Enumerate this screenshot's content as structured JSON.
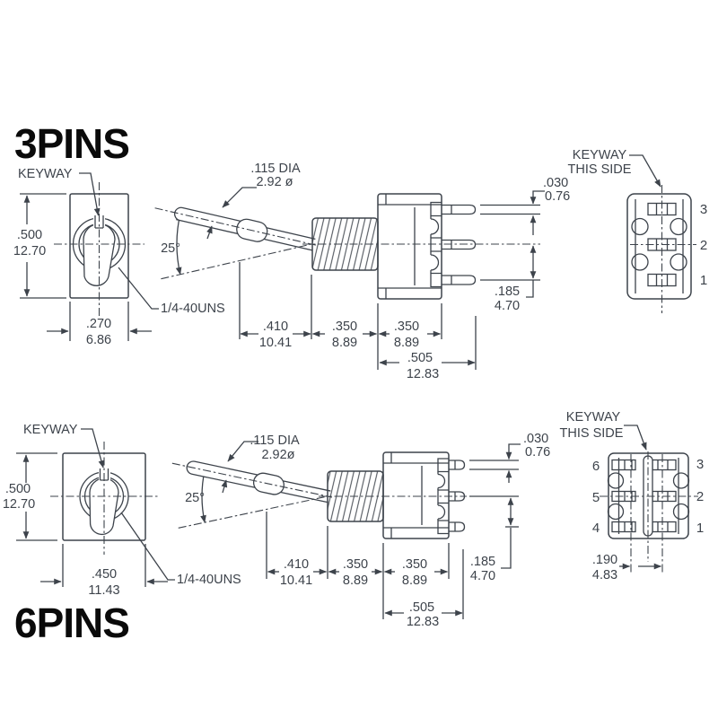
{
  "colors": {
    "line": "#3d434b",
    "title": "#0a0a0a",
    "background": "#ffffff"
  },
  "top": {
    "title": "3PINS",
    "front": {
      "keyway": "KEYWAY",
      "thread": "1/4-40UNS",
      "h_in": ".500",
      "h_mm": "12.70",
      "w_in": ".270",
      "w_mm": "6.86"
    },
    "side": {
      "angle": "25°",
      "dia1": ".115 DIA",
      "dia2": "2.92 ø",
      "d1_in": ".410",
      "d1_mm": "10.41",
      "d2_in": ".350",
      "d2_mm": "8.89",
      "d3_in": ".350",
      "d3_mm": "8.89",
      "d4_in": ".505",
      "d4_mm": "12.83",
      "thk_in": ".030",
      "thk_mm": "0.76",
      "sp_in": ".185",
      "sp_mm": "4.70"
    },
    "rear": {
      "note1": "KEYWAY",
      "note2": "THIS SIDE",
      "pin1": "3",
      "pin2": "2",
      "pin3": "1"
    }
  },
  "bottom": {
    "title": "6PINS",
    "front": {
      "keyway": "KEYWAY",
      "thread": "1/4-40UNS",
      "h_in": ".500",
      "h_mm": "12.70",
      "w_in": ".450",
      "w_mm": "11.43"
    },
    "side": {
      "angle": "25°",
      "dia1": ".115 DIA",
      "dia2": "2.92ø",
      "d1_in": ".410",
      "d1_mm": "10.41",
      "d2_in": ".350",
      "d2_mm": "8.89",
      "d3_in": ".350",
      "d3_mm": "8.89",
      "d4_in": ".505",
      "d4_mm": "12.83",
      "thk_in": ".030",
      "thk_mm": "0.76",
      "sp_in": ".185",
      "sp_mm": "4.70"
    },
    "rear": {
      "note1": "KEYWAY",
      "note2": "THIS SIDE",
      "pinL1": "6",
      "pinL2": "5",
      "pinL3": "4",
      "pinR1": "3",
      "pinR2": "2",
      "pinR3": "1",
      "pitch_in": ".190",
      "pitch_mm": "4.83"
    }
  }
}
